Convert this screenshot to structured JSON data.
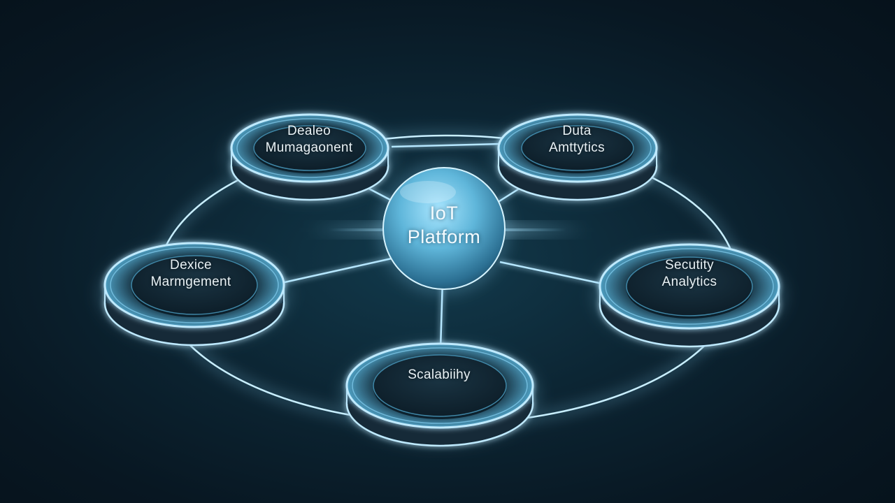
{
  "colors": {
    "glow": "#8fdcff",
    "ring": "#bfeaff",
    "disc_top": "#0f2230",
    "background": "#0a1c27"
  },
  "hub": {
    "line1": "IoT",
    "line2": "Platform"
  },
  "nodes": {
    "top_left": {
      "line1": "Dealeo",
      "line2": "Mumagaonent"
    },
    "top_right": {
      "line1": "Duta",
      "line2": "Amttytics"
    },
    "mid_left": {
      "line1": "Dexice",
      "line2": "Marmgement"
    },
    "mid_right": {
      "line1": "Secutity",
      "line2": "Analytics"
    },
    "bottom": {
      "line1": "Scalabiihy"
    }
  }
}
